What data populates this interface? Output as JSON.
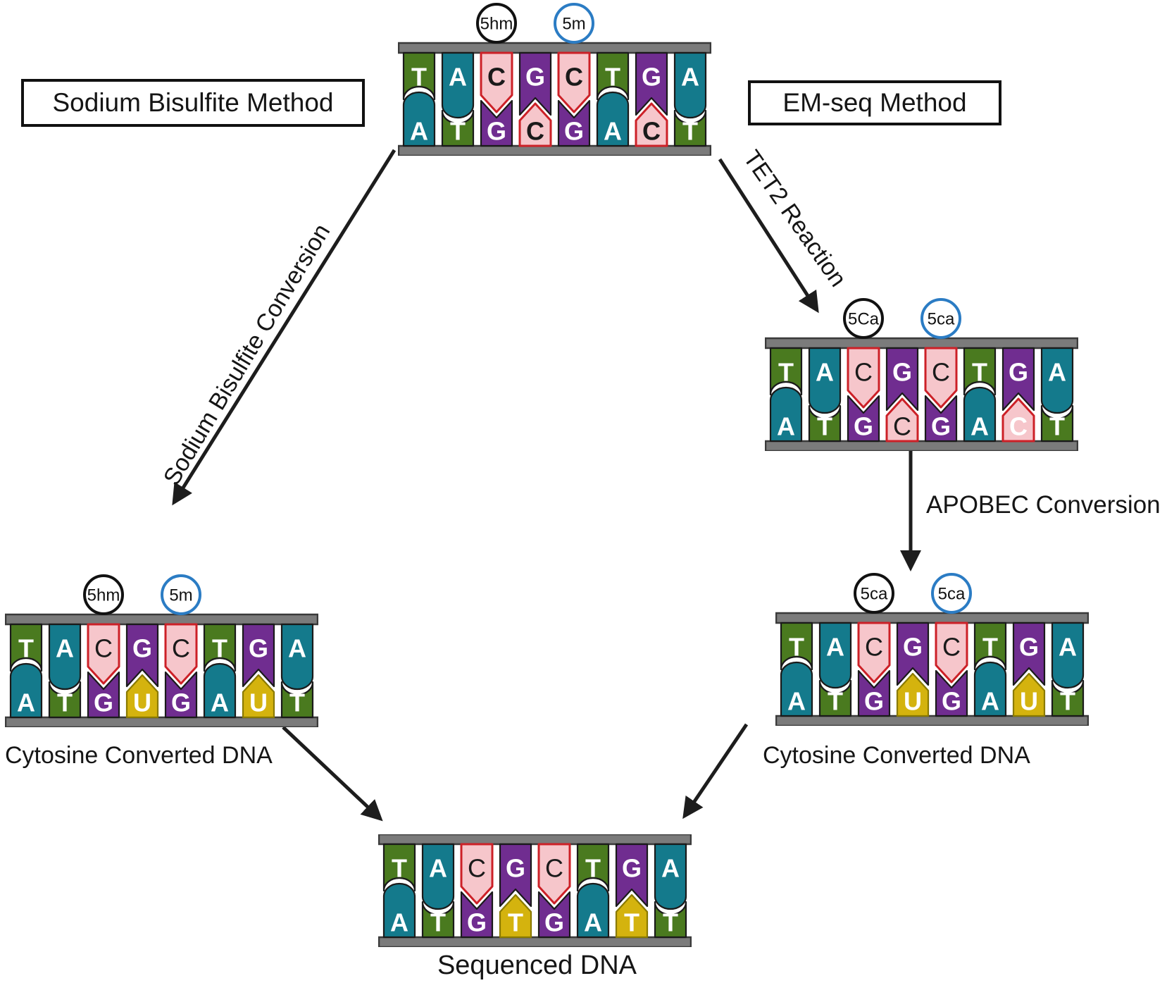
{
  "labels": {
    "method_left": "Sodium Bisulfite Method",
    "method_right": "EM-seq Method",
    "conversion_left": "Sodium Bisulfite Conversion",
    "conversion_right": "TET2 Reaction",
    "apobec": "APOBEC Conversion",
    "cytosine_converted_left": "Cytosine Converted DNA",
    "cytosine_converted_right": "Cytosine Converted DNA",
    "sequenced": "Sequenced DNA"
  },
  "colors": {
    "green": "#4a7a1f",
    "teal": "#147a8c",
    "purple": "#702d90",
    "pink": "#f6c6cb",
    "yellow": "#d4b30e",
    "pink_border": "#cc2027",
    "yellow_border": "#8a7a00",
    "base_border": "#1a1a1a",
    "bar_fill": "#7b7b7b",
    "bar_border": "#3a3a3a",
    "ring_black": "#111111",
    "ring_blue": "#2b7cc4",
    "arrow": "#1d1d1d",
    "letter_white": "#ffffff",
    "letter_black": "#1a1a1a"
  },
  "strands": [
    {
      "id": "original",
      "name": "original-dna",
      "markers": [
        {
          "text": "5hm",
          "ring": "black",
          "column": 3
        },
        {
          "text": "5m",
          "ring": "blue",
          "column": 5
        }
      ],
      "top": [
        {
          "l": "T",
          "c": "green"
        },
        {
          "l": "A",
          "c": "teal"
        },
        {
          "l": "C",
          "c": "pink",
          "lc": "black",
          "bold": true
        },
        {
          "l": "G",
          "c": "purple"
        },
        {
          "l": "C",
          "c": "pink",
          "lc": "black",
          "bold": true
        },
        {
          "l": "T",
          "c": "green"
        },
        {
          "l": "G",
          "c": "purple"
        },
        {
          "l": "A",
          "c": "teal"
        }
      ],
      "bottom": [
        {
          "l": "A",
          "c": "teal"
        },
        {
          "l": "T",
          "c": "green"
        },
        {
          "l": "G",
          "c": "purple"
        },
        {
          "l": "C",
          "c": "pink",
          "lc": "black",
          "bold": true
        },
        {
          "l": "G",
          "c": "purple"
        },
        {
          "l": "A",
          "c": "teal"
        },
        {
          "l": "C",
          "c": "pink",
          "lc": "black",
          "bold": true
        },
        {
          "l": "T",
          "c": "green"
        }
      ]
    },
    {
      "id": "tet2",
      "name": "tet2-oxidized-dna",
      "markers": [
        {
          "text": "5Ca",
          "ring": "black",
          "column": 3
        },
        {
          "text": "5ca",
          "ring": "blue",
          "column": 5
        }
      ],
      "top": [
        {
          "l": "T",
          "c": "green"
        },
        {
          "l": "A",
          "c": "teal"
        },
        {
          "l": "C",
          "c": "pink",
          "lc": "black"
        },
        {
          "l": "G",
          "c": "purple"
        },
        {
          "l": "C",
          "c": "pink",
          "lc": "black"
        },
        {
          "l": "T",
          "c": "green"
        },
        {
          "l": "G",
          "c": "purple"
        },
        {
          "l": "A",
          "c": "teal"
        }
      ],
      "bottom": [
        {
          "l": "A",
          "c": "teal"
        },
        {
          "l": "T",
          "c": "green"
        },
        {
          "l": "G",
          "c": "purple"
        },
        {
          "l": "C",
          "c": "pink",
          "lc": "black"
        },
        {
          "l": "G",
          "c": "purple"
        },
        {
          "l": "A",
          "c": "teal"
        },
        {
          "l": "C",
          "c": "pink"
        },
        {
          "l": "T",
          "c": "green"
        }
      ]
    },
    {
      "id": "bisulfite",
      "name": "bisulfite-converted-dna",
      "markers": [
        {
          "text": "5hm",
          "ring": "black",
          "column": 3
        },
        {
          "text": "5m",
          "ring": "blue",
          "column": 5
        }
      ],
      "top": [
        {
          "l": "T",
          "c": "green"
        },
        {
          "l": "A",
          "c": "teal"
        },
        {
          "l": "C",
          "c": "pink",
          "lc": "black"
        },
        {
          "l": "G",
          "c": "purple"
        },
        {
          "l": "C",
          "c": "pink",
          "lc": "black"
        },
        {
          "l": "T",
          "c": "green"
        },
        {
          "l": "G",
          "c": "purple"
        },
        {
          "l": "A",
          "c": "teal"
        }
      ],
      "bottom": [
        {
          "l": "A",
          "c": "teal"
        },
        {
          "l": "T",
          "c": "green"
        },
        {
          "l": "G",
          "c": "purple"
        },
        {
          "l": "U",
          "c": "yellow"
        },
        {
          "l": "G",
          "c": "purple"
        },
        {
          "l": "A",
          "c": "teal"
        },
        {
          "l": "U",
          "c": "yellow"
        },
        {
          "l": "T",
          "c": "green"
        }
      ]
    },
    {
      "id": "apobec",
      "name": "apobec-converted-dna",
      "markers": [
        {
          "text": "5ca",
          "ring": "black",
          "column": 3
        },
        {
          "text": "5ca",
          "ring": "blue",
          "column": 5
        }
      ],
      "top": [
        {
          "l": "T",
          "c": "green"
        },
        {
          "l": "A",
          "c": "teal"
        },
        {
          "l": "C",
          "c": "pink",
          "lc": "black"
        },
        {
          "l": "G",
          "c": "purple"
        },
        {
          "l": "C",
          "c": "pink",
          "lc": "black"
        },
        {
          "l": "T",
          "c": "green"
        },
        {
          "l": "G",
          "c": "purple"
        },
        {
          "l": "A",
          "c": "teal"
        }
      ],
      "bottom": [
        {
          "l": "A",
          "c": "teal"
        },
        {
          "l": "T",
          "c": "green"
        },
        {
          "l": "G",
          "c": "purple"
        },
        {
          "l": "U",
          "c": "yellow"
        },
        {
          "l": "G",
          "c": "purple"
        },
        {
          "l": "A",
          "c": "teal"
        },
        {
          "l": "U",
          "c": "yellow"
        },
        {
          "l": "T",
          "c": "green"
        }
      ]
    },
    {
      "id": "sequenced",
      "name": "sequenced-dna",
      "markers": [],
      "top": [
        {
          "l": "T",
          "c": "green"
        },
        {
          "l": "A",
          "c": "teal"
        },
        {
          "l": "C",
          "c": "pink",
          "lc": "black"
        },
        {
          "l": "G",
          "c": "purple"
        },
        {
          "l": "C",
          "c": "pink",
          "lc": "black"
        },
        {
          "l": "T",
          "c": "green"
        },
        {
          "l": "G",
          "c": "purple"
        },
        {
          "l": "A",
          "c": "teal"
        }
      ],
      "bottom": [
        {
          "l": "A",
          "c": "teal"
        },
        {
          "l": "T",
          "c": "green"
        },
        {
          "l": "G",
          "c": "purple"
        },
        {
          "l": "T",
          "c": "yellow"
        },
        {
          "l": "G",
          "c": "purple"
        },
        {
          "l": "A",
          "c": "teal"
        },
        {
          "l": "T",
          "c": "yellow"
        },
        {
          "l": "T",
          "c": "green"
        }
      ]
    }
  ]
}
